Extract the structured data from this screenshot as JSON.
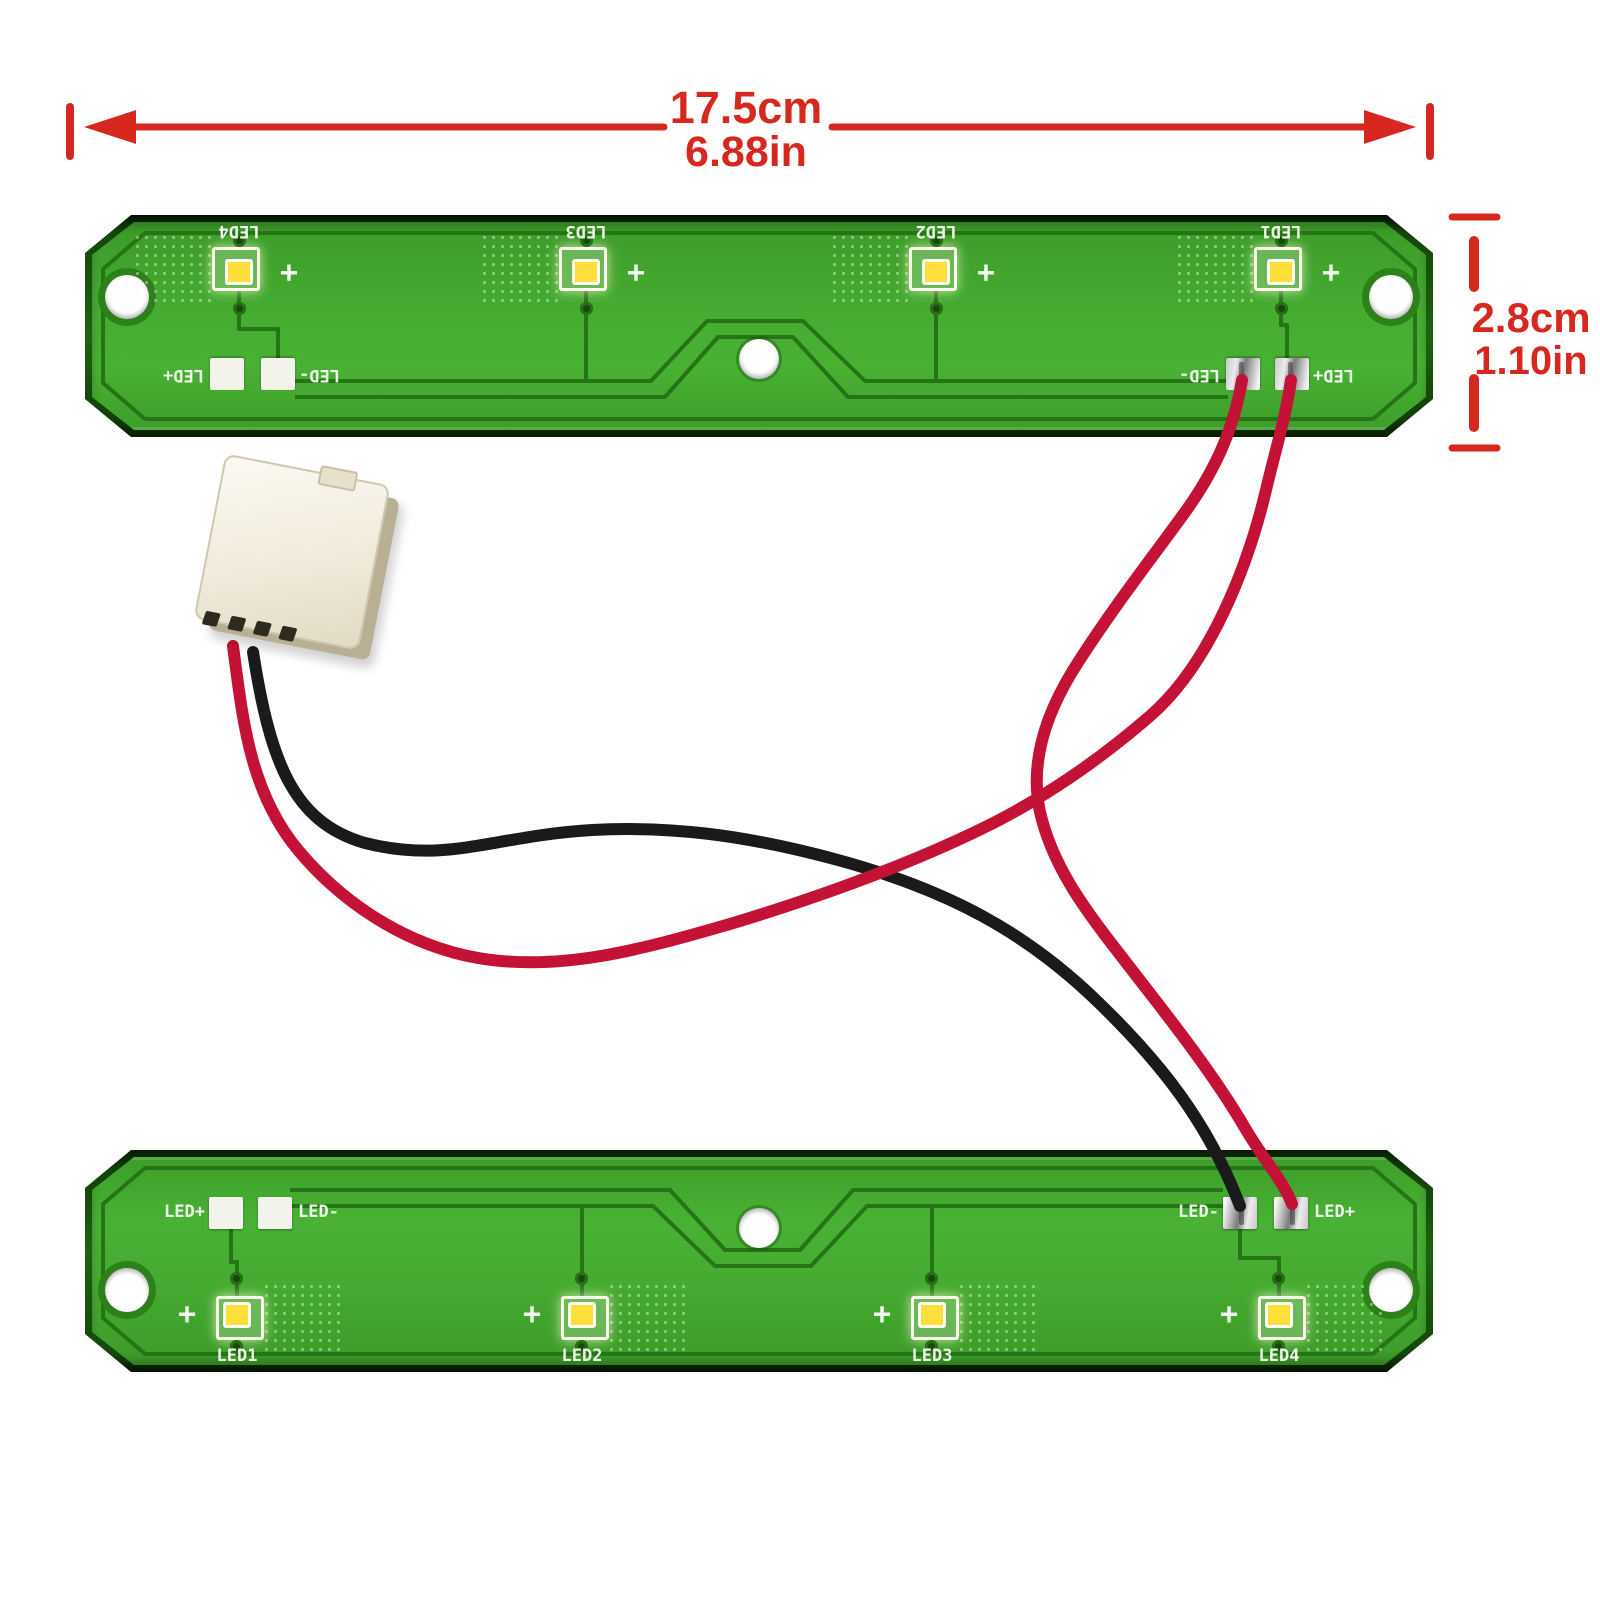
{
  "page": {
    "background": "#ffffff"
  },
  "annotations": {
    "accent_color": "#d6281e",
    "width_cm": "17.5cm",
    "width_in": "6.88in",
    "height_cm": "2.8cm",
    "height_in": "1.10in"
  },
  "colors": {
    "pcb_body": "#45ab31",
    "pcb_rim": "#123f08",
    "trace": "#257415",
    "silkscreen": "#edf6e8",
    "led_yellow": "#ffdf3a",
    "pad_white": "#f3f3ec",
    "pad_silver": "#c9c9c9"
  },
  "wires": {
    "red_color": "#c41236",
    "black_color": "#1a1a1a"
  },
  "connector": {
    "name": "2-pin plug housing",
    "body_color": "#f0ebdd"
  },
  "boards": {
    "top": {
      "leds": [
        {
          "label": "LED1"
        },
        {
          "label": "LED2"
        },
        {
          "label": "LED3"
        },
        {
          "label": "LED4"
        }
      ],
      "polarity_mark": "+",
      "pad_labels": {
        "left_outer": "LED+",
        "left_inner": "LED-",
        "right_inner": "LED-",
        "right_outer": "LED+"
      }
    },
    "bottom": {
      "leds": [
        {
          "label": "LED1"
        },
        {
          "label": "LED2"
        },
        {
          "label": "LED3"
        },
        {
          "label": "LED4"
        }
      ],
      "polarity_mark": "+",
      "pad_labels": {
        "left_outer": "LED+",
        "left_inner": "LED-",
        "right_inner": "LED-",
        "right_outer": "LED+"
      }
    }
  }
}
